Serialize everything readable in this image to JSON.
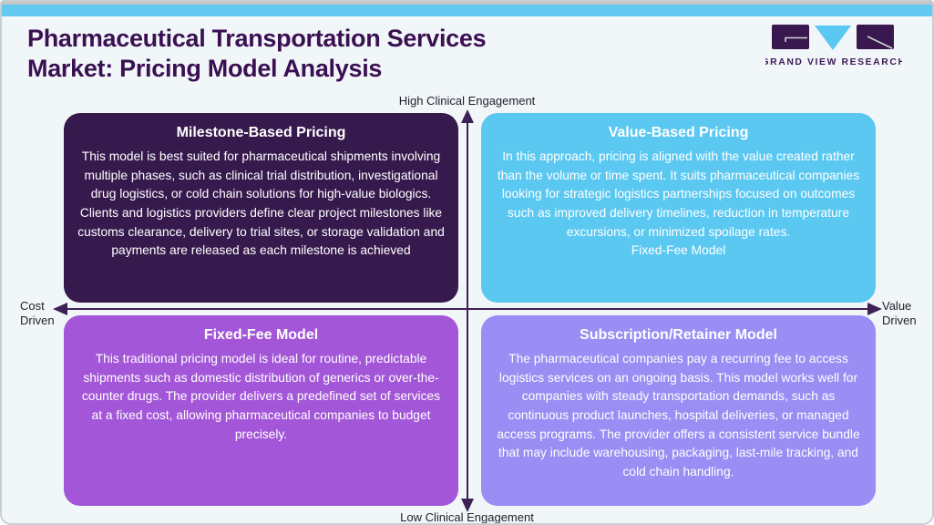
{
  "colors": {
    "top_bar": "#64c9f1",
    "top_strip": "#c4c4c4",
    "background": "#f1f6f9",
    "title_text": "#3b1053",
    "axis_line": "#3e2156",
    "axis_label_text": "#21212b",
    "box_text": "#ffffff",
    "logo_dark_purple": "#38184e",
    "logo_light_blue": "#5bc8f2"
  },
  "header": {
    "title_line1": "Pharmaceutical Transportation Services",
    "title_line2": "Market: Pricing Model Analysis",
    "logo_text": "GRAND VIEW RESEARCH"
  },
  "axes": {
    "top_label": "High Clinical Engagement",
    "bottom_label": "Low Clinical Engagement",
    "left_label_line1": "Cost",
    "left_label_line2": "Driven",
    "right_label_line1": "Value",
    "right_label_line2": "Driven"
  },
  "quadrants": [
    {
      "title": "Milestone-Based Pricing",
      "body": "This model is best suited for pharmaceutical shipments involving multiple phases, such as clinical trial distribution, investigational drug logistics, or cold chain solutions for high-value biologics. Clients and logistics providers define clear project milestones like customs clearance, delivery to trial sites, or storage validation and payments are released as each milestone is achieved",
      "color": "#371a4d"
    },
    {
      "title": "Value-Based Pricing",
      "body": "In this approach, pricing is aligned with the value created rather than the volume or time spent. It suits pharmaceutical companies looking for strategic logistics partnerships focused on outcomes such as improved delivery timelines, reduction in temperature excursions, or minimized spoilage rates.",
      "extra": "Fixed-Fee Model",
      "color": "#5bc8f1"
    },
    {
      "title": "Fixed-Fee Model",
      "body": "This traditional pricing model is ideal for routine, predictable shipments such as domestic distribution of generics or over-the- counter drugs. The provider delivers a predefined set of services at a fixed cost, allowing pharmaceutical companies to budget precisely.",
      "color": "#a356d8"
    },
    {
      "title": "Subscription/Retainer Model",
      "body": "The pharmaceutical companies pay a recurring fee to access logistics services on an ongoing basis. This model works well for companies with steady transportation demands, such as continuous product launches, hospital deliveries, or managed access programs. The provider offers a consistent service bundle that may include warehousing, packaging, last-mile tracking, and cold chain handling.",
      "color": "#9a8df3"
    }
  ]
}
